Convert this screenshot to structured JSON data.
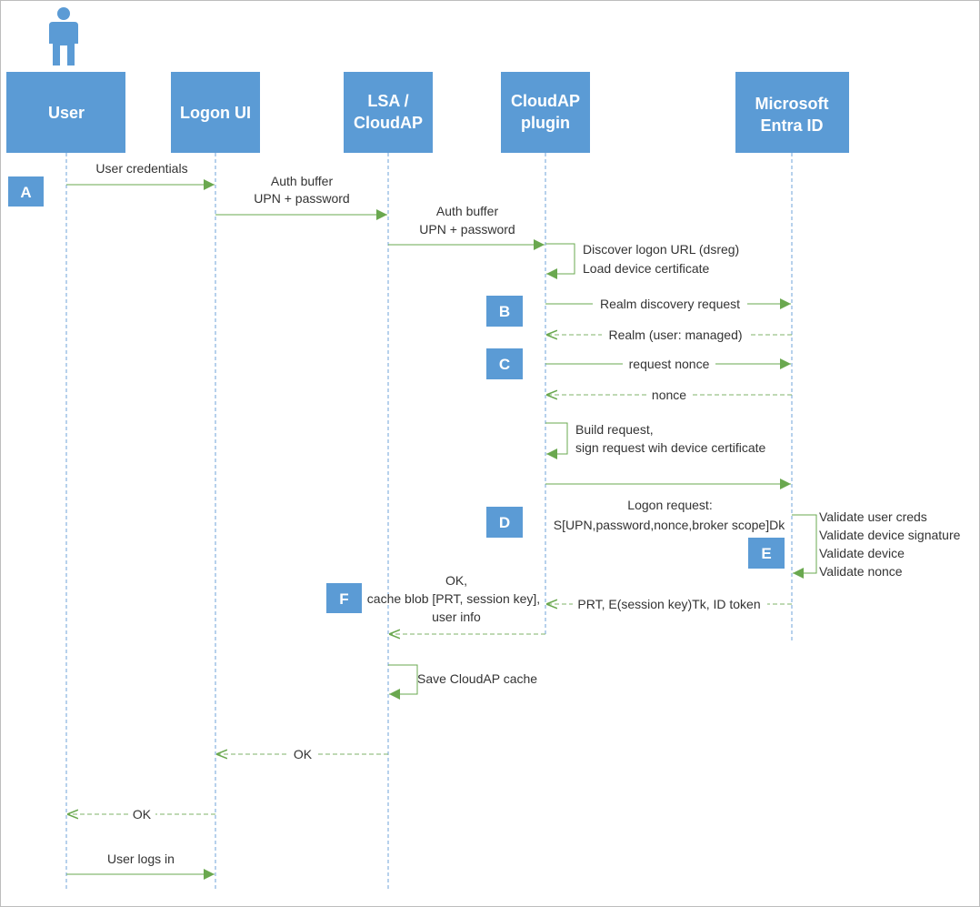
{
  "participants": [
    {
      "id": "user",
      "lines": [
        "User"
      ]
    },
    {
      "id": "logon-ui",
      "lines": [
        "Logon UI"
      ]
    },
    {
      "id": "lsa",
      "lines": [
        "LSA /",
        "CloudAP"
      ]
    },
    {
      "id": "cloudap-plugin",
      "lines": [
        "CloudAP",
        "plugin"
      ]
    },
    {
      "id": "entra",
      "lines": [
        "Microsoft",
        "Entra ID"
      ]
    }
  ],
  "steps": [
    "A",
    "B",
    "C",
    "D",
    "E",
    "F"
  ],
  "messages": {
    "user_credentials": "User credentials",
    "auth_buffer_1": [
      "Auth buffer",
      "UPN + password"
    ],
    "auth_buffer_2": [
      "Auth buffer",
      "UPN + password"
    ],
    "discover": [
      "Discover logon URL (dsreg)",
      "Load device certificate"
    ],
    "realm_request": "Realm discovery request",
    "realm_response": "Realm (user: managed)",
    "request_nonce": "request nonce",
    "nonce": "nonce",
    "build_request": [
      "Build request,",
      "sign request wih device certificate"
    ],
    "logon_request": [
      "Logon request:",
      "S[UPN,password,nonce,broker scope]Dk"
    ],
    "validate": [
      "Validate user creds",
      "Validate device signature",
      "Validate device",
      "Validate nonce"
    ],
    "prt_response": "PRT, E(session key)Tk, ID token",
    "ok_cache": [
      "OK,",
      "cache blob [PRT, session key],",
      "user info"
    ],
    "save_cache": "Save CloudAP cache",
    "ok_lsa": "OK",
    "ok_logon": "OK",
    "user_logs_in": "User logs in"
  },
  "colors": {
    "participant_box": "#5b9bd5",
    "lifeline": "#6fa3d8",
    "arrow": "#6aa84f"
  },
  "icons": [
    "user-person-icon"
  ]
}
